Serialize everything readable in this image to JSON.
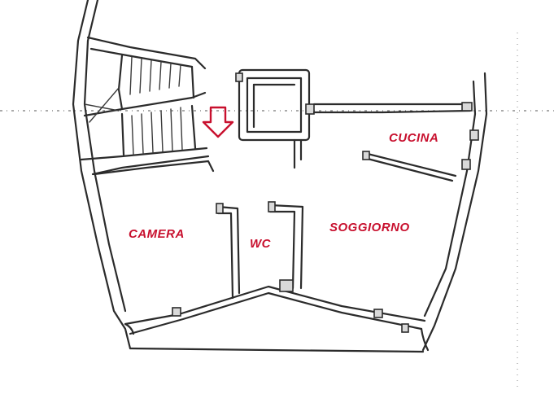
{
  "rooms": {
    "cucina": "CUCINA",
    "camera": "CAMERA",
    "wc": "WC",
    "soggiorno": "SOGGIORNO"
  },
  "colors": {
    "label": "#c8102e",
    "wall": "#2b2b2b",
    "entrance_arrow": "#c8102e"
  },
  "icons": {
    "entrance": "down-arrow-icon"
  }
}
